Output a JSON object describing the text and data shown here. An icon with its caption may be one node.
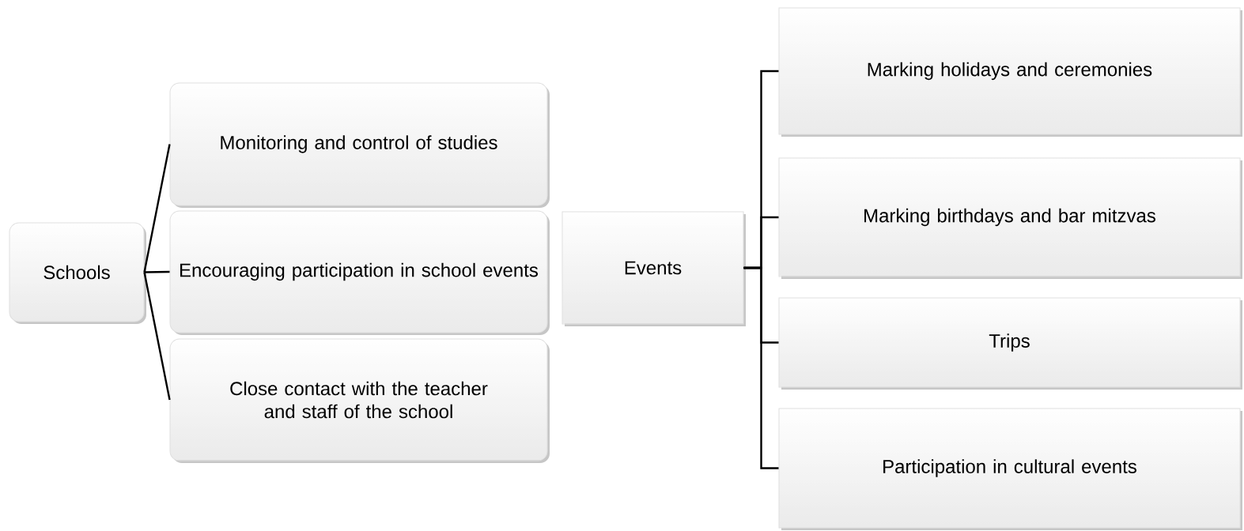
{
  "diagram": {
    "nodes": [
      {
        "text": [
          "Schools"
        ]
      },
      {
        "text": [
          "Monitoring and control of studies"
        ]
      },
      {
        "text": [
          "Encouraging participation in school events"
        ]
      },
      {
        "text": [
          "Close contact with the teacher and staff of the school"
        ]
      },
      {
        "text": [
          "Events"
        ]
      },
      {
        "text": [
          "Marking holidays and ceremonies"
        ]
      },
      {
        "text": [
          "Marking birthdays and bar mitzvas"
        ]
      },
      {
        "text": [
          "Trips"
        ]
      },
      {
        "text": [
          "Participation in cultural events"
        ]
      }
    ],
    "edges": [
      {
        "from": 0,
        "to": 1,
        "arrow": "none"
      },
      {
        "from": 0,
        "to": 2,
        "arrow": "none"
      },
      {
        "from": 0,
        "to": 3,
        "arrow": "none"
      },
      {
        "from": 4,
        "to": 5,
        "arrow": "none"
      },
      {
        "from": 4,
        "to": 6,
        "arrow": "none"
      },
      {
        "from": 4,
        "to": 7,
        "arrow": "none"
      },
      {
        "from": 4,
        "to": 8,
        "arrow": "none"
      }
    ]
  }
}
